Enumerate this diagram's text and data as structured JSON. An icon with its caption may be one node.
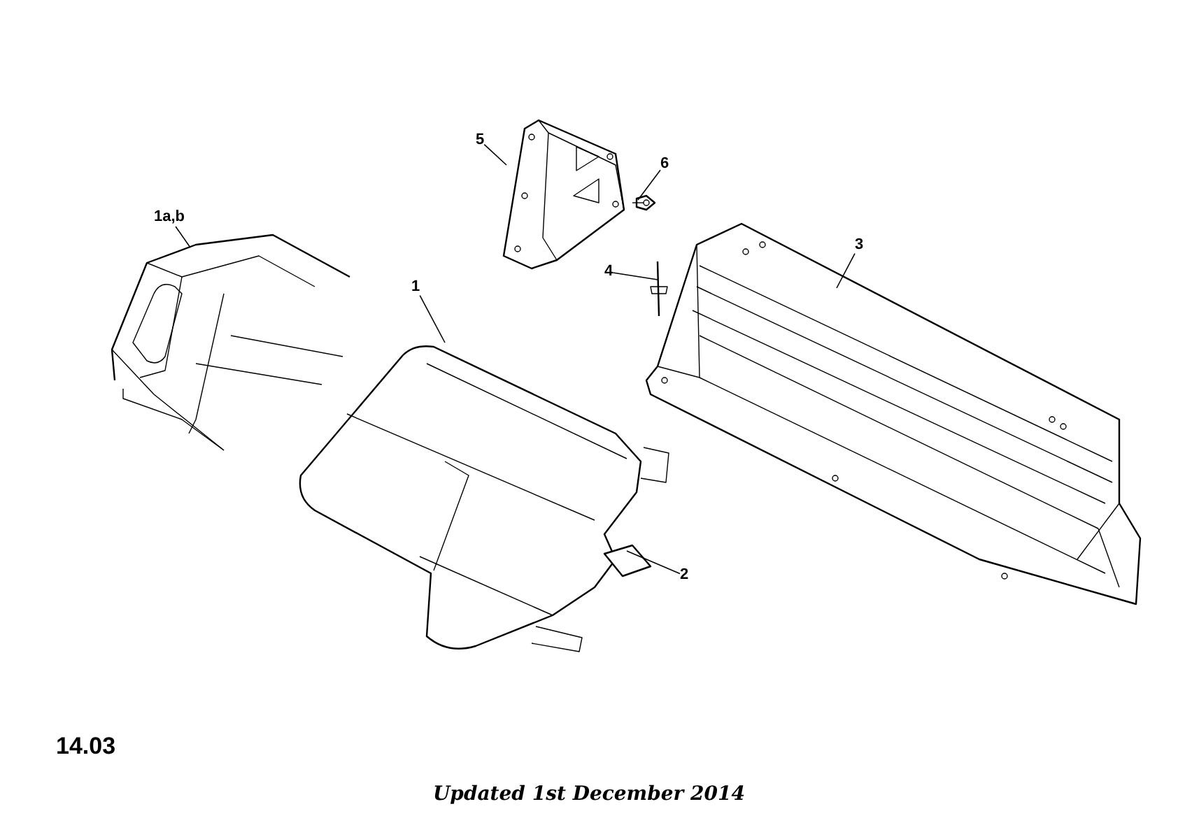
{
  "diagram": {
    "caption": "Updated 1st December 2014",
    "nodes": [
      {
        "text": [
          "5"
        ]
      },
      {
        "text": [
          "6"
        ]
      },
      {
        "text": [
          "1a,b"
        ]
      },
      {
        "text": [
          "3"
        ]
      },
      {
        "text": [
          "4"
        ]
      },
      {
        "text": [
          "1"
        ]
      },
      {
        "text": [
          "2"
        ]
      },
      {
        "text": [],
        "shape": "picture"
      },
      {
        "text": [],
        "shape": "picture"
      },
      {
        "text": [],
        "shape": "picture"
      },
      {
        "text": [],
        "shape": "picture"
      },
      {
        "text": [],
        "shape": "picture"
      },
      {
        "text": [],
        "shape": "picture"
      },
      {
        "text": [],
        "shape": "picture"
      }
    ],
    "edges": [
      {
        "from": 0,
        "to": 7,
        "arrow": "none"
      },
      {
        "from": 1,
        "to": 8,
        "arrow": "none"
      },
      {
        "from": 2,
        "to": 9,
        "arrow": "none"
      },
      {
        "from": 3,
        "to": 10,
        "arrow": "none"
      },
      {
        "from": 4,
        "to": 11,
        "arrow": "none"
      },
      {
        "from": 5,
        "to": 12,
        "arrow": "none"
      },
      {
        "from": 6,
        "to": 13,
        "arrow": "none"
      }
    ],
    "labels": [
      "14.03"
    ]
  }
}
